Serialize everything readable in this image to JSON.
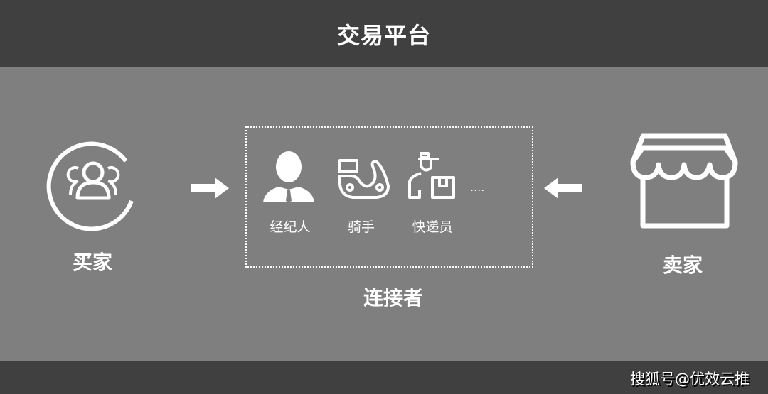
{
  "header": {
    "title": "交易平台"
  },
  "buyer": {
    "label": "买家",
    "icon": "group-users-icon"
  },
  "seller": {
    "label": "卖家",
    "icon": "storefront-icon"
  },
  "connectors": {
    "label": "连接者",
    "items": [
      {
        "label": "经纪人",
        "icon": "businessman-icon"
      },
      {
        "label": "骑手",
        "icon": "scooter-icon"
      },
      {
        "label": "快递员",
        "icon": "courier-icon"
      }
    ],
    "more": "...."
  },
  "footer": {
    "watermark": "搜狐号@优效云推"
  }
}
